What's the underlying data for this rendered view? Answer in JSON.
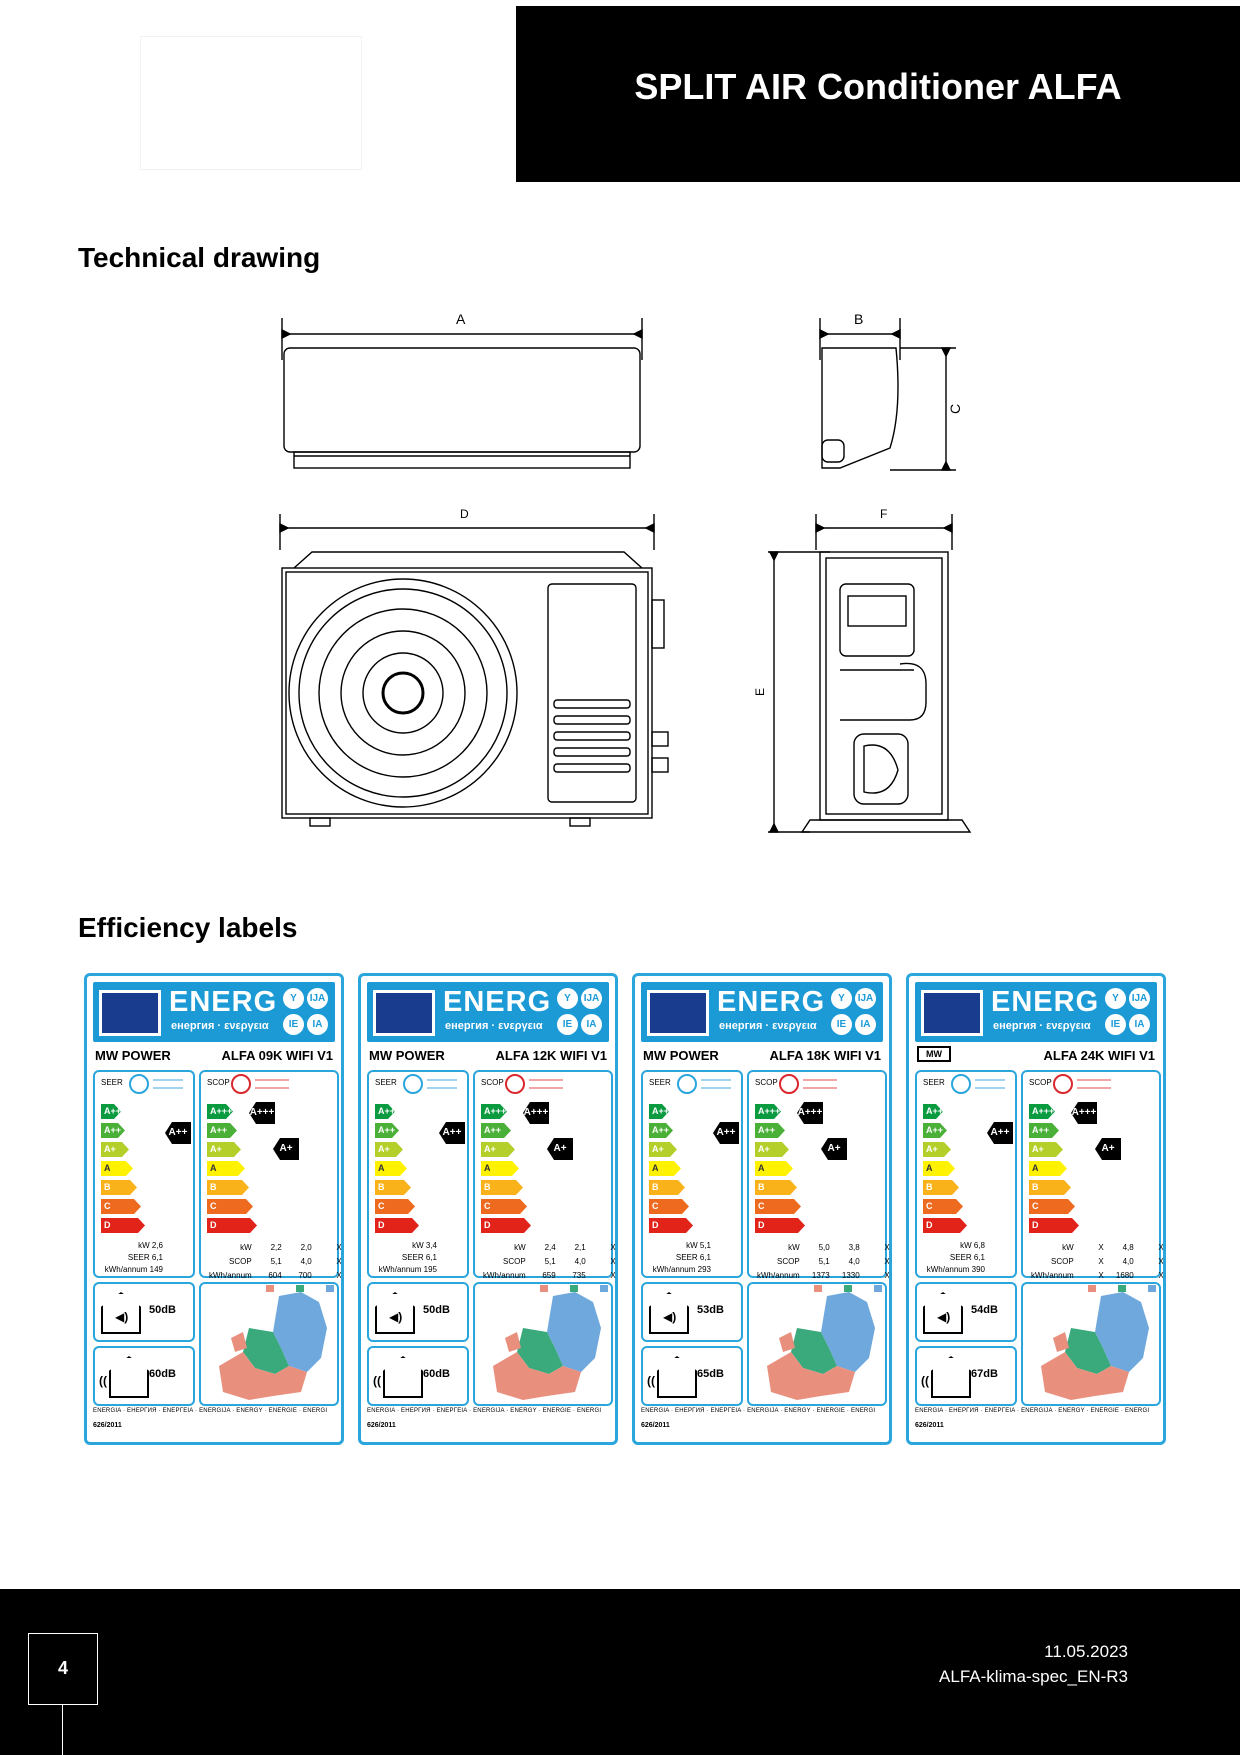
{
  "header": {
    "title": "SPLIT AIR Conditioner ALFA"
  },
  "sections": {
    "drawing_title": "Technical drawing",
    "labels_title": "Efficiency labels"
  },
  "drawing": {
    "dims": {
      "a": "A",
      "b": "B",
      "c": "C",
      "d": "D",
      "e": "E",
      "f": "F"
    }
  },
  "label_common": {
    "energ": "ENERG",
    "energ_sub": "енергия · ενεργεια",
    "badges": [
      "Y",
      "IJA",
      "IE",
      "IA"
    ],
    "seer_tag": "SEER",
    "scop_tag": "SCOP",
    "classes": [
      "A+++",
      "A++",
      "A+",
      "A",
      "B",
      "C",
      "D"
    ],
    "footer": "ENERGIA · ЕНЕРГИЯ · ΕΝΕΡΓΕΙΑ · ENERGIJA · ENERGY · ENERGIE · ENERGI",
    "regulation": "626/2011"
  },
  "labels": [
    {
      "supplier": "MW POWER",
      "model": "ALFA 09K WIFI V1",
      "seer_class": "A++",
      "scop_warm": "A+++",
      "scop_avg": "A+",
      "seer": {
        "kw": "kW  2,6",
        "seer": "SEER  6,1",
        "annual": "kWh/annum  149"
      },
      "scop": {
        "kw": [
          "kW",
          "2,2",
          "2,0",
          "X"
        ],
        "scop": [
          "SCOP",
          "5,1",
          "4,0",
          "X"
        ],
        "annual": [
          "kWh/annum",
          "604",
          "700",
          "X"
        ]
      },
      "noise_in": "50dB",
      "noise_out": "60dB"
    },
    {
      "supplier": "MW POWER",
      "model": "ALFA 12K WIFI V1",
      "seer_class": "A++",
      "scop_warm": "A+++",
      "scop_avg": "A+",
      "seer": {
        "kw": "kW  3,4",
        "seer": "SEER  6,1",
        "annual": "kWh/annum  195"
      },
      "scop": {
        "kw": [
          "kW",
          "2,4",
          "2,1",
          "X"
        ],
        "scop": [
          "SCOP",
          "5,1",
          "4,0",
          "X"
        ],
        "annual": [
          "kWh/annum",
          "659",
          "735",
          "X"
        ]
      },
      "noise_in": "50dB",
      "noise_out": "60dB"
    },
    {
      "supplier": "MW POWER",
      "model": "ALFA 18K WIFI V1",
      "seer_class": "A++",
      "scop_warm": "A+++",
      "scop_avg": "A+",
      "seer": {
        "kw": "kW  5,1",
        "seer": "SEER  6,1",
        "annual": "kWh/annum  293"
      },
      "scop": {
        "kw": [
          "kW",
          "5,0",
          "3,8",
          "X"
        ],
        "scop": [
          "SCOP",
          "5,1",
          "4,0",
          "X"
        ],
        "annual": [
          "kWh/annum",
          "1373",
          "1330",
          "X"
        ]
      },
      "noise_in": "53dB",
      "noise_out": "65dB"
    },
    {
      "supplier": "",
      "model": "ALFA 24K WIFI V1",
      "seer_class": "A++",
      "scop_warm": "A+++",
      "scop_avg": "A+",
      "seer": {
        "kw": "kW  6,8",
        "seer": "SEER  6,1",
        "annual": "kWh/annum  390"
      },
      "scop": {
        "kw": [
          "kW",
          "X",
          "4,8",
          "X"
        ],
        "scop": [
          "SCOP",
          "X",
          "4,0",
          "X"
        ],
        "annual": [
          "kWh/annum",
          "X",
          "1680",
          "X"
        ]
      },
      "noise_in": "54dB",
      "noise_out": "67dB"
    }
  ],
  "footer": {
    "page": "4",
    "date": "11.05.2023",
    "doc": "ALFA-klima-spec_EN-R3"
  },
  "colors": {
    "label_border": "#2aa6dd",
    "label_head": "#1c9ad6",
    "class_colors": [
      "#0a9a3f",
      "#4bb037",
      "#b5cf2a",
      "#fff200",
      "#f9b21a",
      "#ee6a1f",
      "#e2231a"
    ],
    "zone_warm": "#e88f7e",
    "zone_avg": "#3aaa7d",
    "zone_cold": "#6fa8dc"
  }
}
